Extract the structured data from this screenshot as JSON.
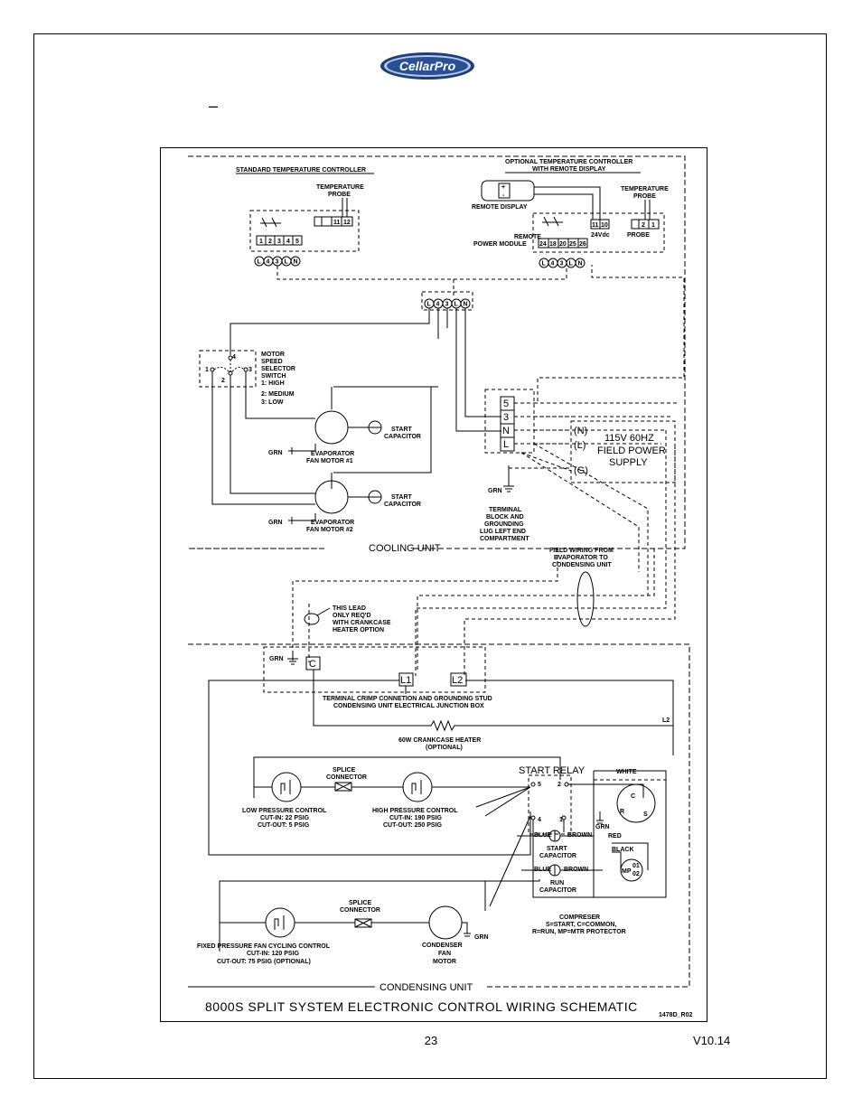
{
  "header": {
    "logo_text": "CellarPro",
    "dash": "–"
  },
  "footer": {
    "page_number": "23",
    "version": "V10.14"
  },
  "diagram": {
    "title": "8000S SPLIT SYSTEM ELECTRONIC CONTROL WIRING SCHEMATIC",
    "drawing_number": "1478D_R02",
    "std_controller": "STANDARD TEMPERATURE CONTROLLER",
    "opt_controller_1": "OPTIONAL TEMPERATURE CONTROLLER",
    "opt_controller_2": "WITH REMOTE DISPLAY",
    "temp_probe_1": "TEMPERATURE",
    "temp_probe_2": "PROBE",
    "remote_display": "REMOTE DISPLAY",
    "remote_power_1": "REMOTE",
    "remote_power_2": "POWER MODULE",
    "vdc": "24Vdc",
    "probe": "PROBE",
    "motor_speed": [
      "MOTOR",
      "SPEED",
      "SELECTOR",
      "SWITCH",
      "1: HIGH",
      "2: MEDIUM",
      "3: LOW"
    ],
    "start_capacitor_1": "START",
    "start_capacitor_2": "CAPACITOR",
    "evap_motor1_1": "EVAPORATOR",
    "evap_motor1_2": "FAN MOTOR #1",
    "evap_motor2_1": "EVAPORATOR",
    "evap_motor2_2": "FAN MOTOR #2",
    "grn": "GRN",
    "field_power_1": "115V 60HZ",
    "field_power_2": "FIELD POWER",
    "field_power_3": "SUPPLY",
    "terminal_block": [
      "TERMINAL",
      "BLOCK AND",
      "GROUNDING",
      "LUG LEFT END",
      "COMPARTMENT"
    ],
    "cooling_unit": "COOLING UNIT",
    "field_wiring": [
      "FIELD WIRING FROM",
      "EVAPORATOR TO",
      "CONDENSING UNIT"
    ],
    "this_lead": [
      "THIS LEAD",
      "ONLY REQ'D",
      "WITH CRANKCASE",
      "HEATER OPTION"
    ],
    "terminal_crimp_1": "TERMINAL CRIMP CONNETION AND GROUNDING STUD",
    "terminal_crimp_2": "CONDENSING UNIT ELECTRICAL JUNCTION BOX",
    "crankcase_1": "60W CRANKCASE HEATER",
    "crankcase_2": "(OPTIONAL)",
    "splice_1": "SPLICE",
    "splice_2": "CONNECTOR",
    "start_relay": "START RELAY",
    "white": "WHITE",
    "low_pressure": [
      "LOW PRESSURE CONTROL",
      "CUT-IN: 22 PSIG",
      "CUT-OUT: 5 PSIG"
    ],
    "high_pressure": [
      "HIGH PRESSURE CONTROL",
      "CUT-IN: 190 PSIG",
      "CUT-OUT: 250 PSIG"
    ],
    "blue": "BLUE",
    "brown": "BROWN",
    "run_capacitor_1": "RUN",
    "run_capacitor_2": "CAPACITOR",
    "red": "RED",
    "black": "BLACK",
    "compressor": [
      "COMPRESER",
      "S=START, C=COMMON,",
      "R=RUN, MP=MTR PROTECTOR"
    ],
    "fixed_pressure": [
      "FIXED PRESSURE FAN CYCLING CONTROL",
      "CUT-IN: 120 PSIG",
      "CUT-OUT: 75 PSIG (OPTIONAL)"
    ],
    "condenser_fan": [
      "CONDENSER",
      "FAN",
      "MOTOR"
    ],
    "condensing_unit": "CONDENSING UNIT",
    "terms_std": [
      "1",
      "2",
      "3",
      "4",
      "5"
    ],
    "terms_std_probe": [
      "11",
      "12"
    ],
    "terms_l43ln": [
      "L",
      "4",
      "3",
      "L",
      "N"
    ],
    "terms_rpm": [
      "24",
      "18",
      "20",
      "25",
      "26"
    ],
    "terms_rpm_24": [
      "11",
      "10"
    ],
    "terms_rpm_probe": [
      "2",
      "1"
    ],
    "tb_terms": [
      "5",
      "3",
      "N",
      "L"
    ],
    "supply_terms": [
      "(N)",
      "(L)",
      "(G)"
    ],
    "cu_terms": [
      "C",
      "L1",
      "L2"
    ],
    "l2_label": "L2",
    "switch_pos": [
      "1",
      "2",
      "3",
      "4"
    ],
    "relay_pins": [
      "5",
      "2",
      "4",
      "1"
    ],
    "comp_pins": [
      "C",
      "R",
      "S"
    ],
    "mp_pins": [
      "MP",
      "01",
      "02"
    ],
    "rd_signs": [
      "+",
      "-"
    ]
  }
}
